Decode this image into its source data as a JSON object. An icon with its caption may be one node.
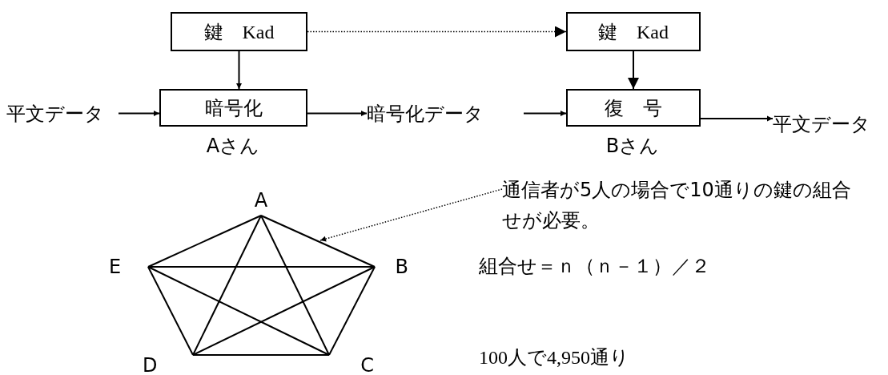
{
  "diagram": {
    "nodes": [
      {
        "text": [
          "鍵　Kad"
        ]
      },
      {
        "text": [
          "暗号化"
        ],
        "beside": [
          "Aさん"
        ]
      },
      {
        "text": [
          "平文データ"
        ]
      },
      {
        "text": [
          "暗号化データ"
        ]
      },
      {
        "text": [
          "鍵　Kad"
        ]
      },
      {
        "text": [
          "復　号"
        ],
        "beside": [
          "Bさん"
        ]
      },
      {
        "text": [
          "平文データ"
        ]
      },
      {
        "text": [
          "A"
        ]
      },
      {
        "text": [
          "B"
        ]
      },
      {
        "text": [
          "C"
        ]
      },
      {
        "text": [
          "D"
        ]
      },
      {
        "text": [
          "E"
        ]
      },
      {
        "text": [
          "通信者が5人の場合で10通りの鍵の組合せが必要。"
        ]
      }
    ],
    "edges": [
      {
        "from": 0,
        "to": 1,
        "arrow": "to"
      },
      {
        "from": 2,
        "to": 1,
        "arrow": "to"
      },
      {
        "from": 1,
        "to": 3,
        "arrow": "to"
      },
      {
        "from": 3,
        "to": 5,
        "arrow": "to"
      },
      {
        "from": 4,
        "to": 5,
        "arrow": "to"
      },
      {
        "from": 5,
        "to": 6,
        "arrow": "to"
      },
      {
        "from": 0,
        "to": 4,
        "arrow": "to",
        "style": "dashed"
      },
      {
        "from": 7,
        "to": 8,
        "arrow": "none"
      },
      {
        "from": 8,
        "to": 9,
        "arrow": "none"
      },
      {
        "from": 9,
        "to": 10,
        "arrow": "none"
      },
      {
        "from": 10,
        "to": 11,
        "arrow": "none"
      },
      {
        "from": 11,
        "to": 7,
        "arrow": "none"
      },
      {
        "from": 7,
        "to": 9,
        "arrow": "none"
      },
      {
        "from": 7,
        "to": 10,
        "arrow": "none"
      },
      {
        "from": 8,
        "to": 10,
        "arrow": "none"
      },
      {
        "from": 8,
        "to": 11,
        "arrow": "none"
      },
      {
        "from": 9,
        "to": 11,
        "arrow": "none"
      },
      {
        "from": 12,
        "to": null,
        "arrow": "to",
        "style": "dashed"
      }
    ],
    "labels": [
      "組合せ＝ｎ（ｎ－１）／２",
      "100人で4,950通り"
    ]
  }
}
